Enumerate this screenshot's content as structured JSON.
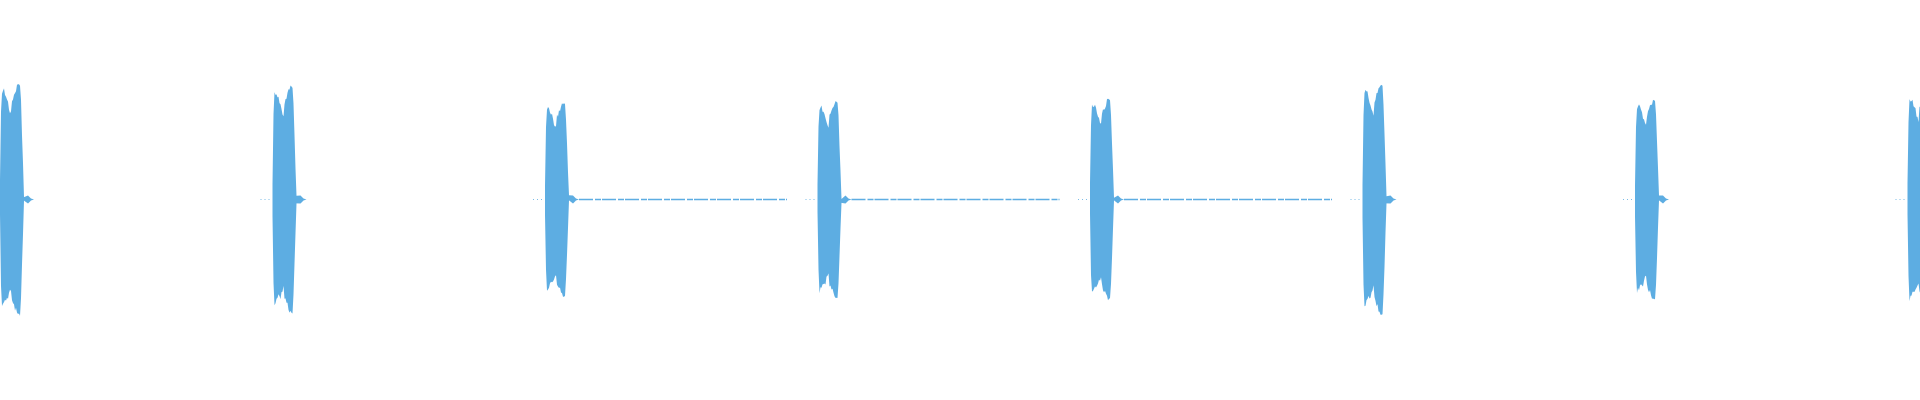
{
  "waveform": {
    "color": "#5dade2",
    "background": "#ffffff",
    "burst_count": 8,
    "bursts": [
      {
        "index": 1,
        "amplitude": 0.97,
        "trail": 0.0
      },
      {
        "index": 2,
        "amplitude": 0.95,
        "trail": 0.0
      },
      {
        "index": 3,
        "amplitude": 0.81,
        "trail": 1.0
      },
      {
        "index": 4,
        "amplitude": 0.82,
        "trail": 1.0
      },
      {
        "index": 5,
        "amplitude": 0.84,
        "trail": 1.0
      },
      {
        "index": 6,
        "amplitude": 0.96,
        "trail": 0.0
      },
      {
        "index": 7,
        "amplitude": 0.83,
        "trail": 0.0
      },
      {
        "index": 8,
        "amplitude": 0.89,
        "trail": 0.0
      }
    ]
  }
}
